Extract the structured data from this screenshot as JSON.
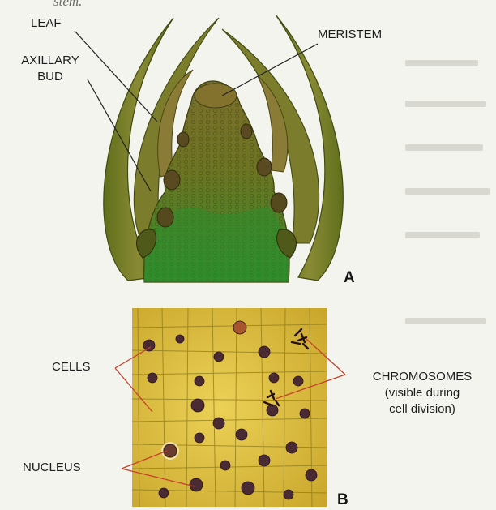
{
  "header": {
    "partial_text": "stem."
  },
  "panel_a": {
    "letter": "A",
    "labels": {
      "leaf": "LEAF",
      "axillary_bud_line1": "AXILLARY",
      "axillary_bud_line2": "BUD",
      "meristem": "MERISTEM"
    }
  },
  "panel_b": {
    "letter": "B",
    "labels": {
      "cells": "CELLS",
      "nucleus": "NUCLEUS",
      "chromosomes_line1": "CHROMOSOMES",
      "chromosomes_line2": "(visible during",
      "chromosomes_line3": "cell division)"
    }
  },
  "colors": {
    "leaf_outer": "#6f7f20",
    "leaf_inner": "#b9a45a",
    "tissue_dark": "#5e6a1c",
    "tissue_green": "#2f8f2c",
    "micro_bg": "#e3c43f",
    "nucleus_fill": "#4a2a33",
    "pointer_red": "#c8402b",
    "pointer_dark": "#222222"
  }
}
